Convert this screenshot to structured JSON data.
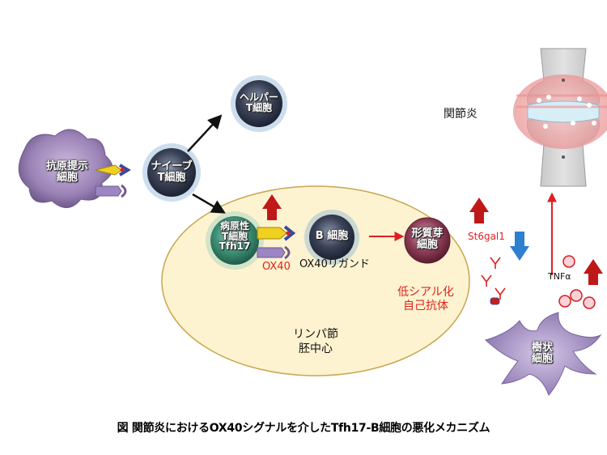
{
  "cells": {
    "apc": [
      "抗原提示",
      "細胞"
    ],
    "helper": [
      "ヘルパー",
      "T細胞"
    ],
    "naive": [
      "ナイーブ",
      "T細胞"
    ],
    "tfh17": [
      "病原性",
      "T細胞",
      "Tfh17"
    ],
    "bcell": "B 細胞",
    "plasmablast": [
      "形質芽",
      "細胞"
    ],
    "dendritic": [
      "樹状",
      "細胞"
    ]
  },
  "labels": {
    "ox40": "OX40",
    "ox40_ligand": "OX40リガンド",
    "low_sialyl": [
      "低シアル化",
      "自己抗体"
    ],
    "st6gal1": "St6gal1",
    "tnfa": "TNFα",
    "lymph_node": [
      "リンパ節",
      "胚中心"
    ],
    "arthritis": "関節炎"
  },
  "caption": "図 関節炎におけるOX40シグナルを介したTfh17-B細胞の悪化メカニズム",
  "colors": {
    "red": "#e02020",
    "blue": "#2f7fd0",
    "germinal_center": "#fdf3d0"
  }
}
